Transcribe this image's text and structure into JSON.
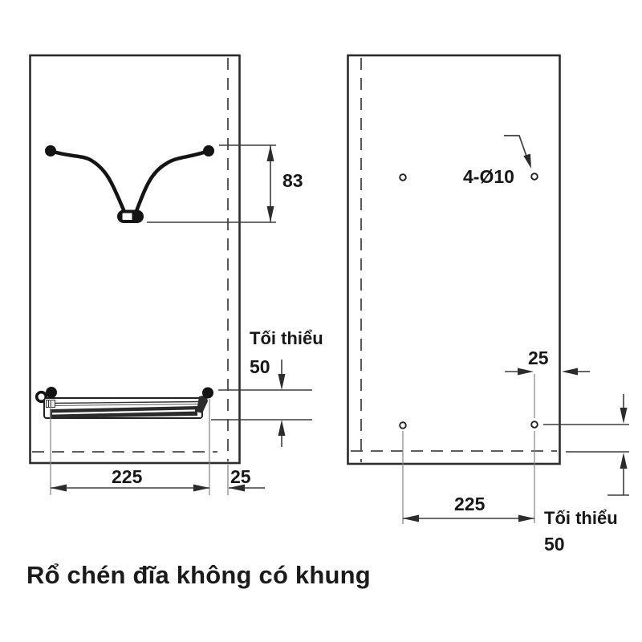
{
  "caption": "Rổ chén đĩa không có khung",
  "side_view": {
    "bracket_height_dim": "83",
    "min_label": "Tối thiểu",
    "min_value": "50",
    "width_dim": "225",
    "offset_dim": "25"
  },
  "back_view": {
    "holes_label": "4-Ø10",
    "offset_dim": "25",
    "width_dim": "225",
    "min_label": "Tối thiểu",
    "min_value": "50"
  },
  "colors": {
    "outline": "#2c2c2c",
    "dimension_line": "#3d3d3d",
    "extension_line": "#8a8a8a",
    "ink": "#171717",
    "background": "#ffffff"
  }
}
